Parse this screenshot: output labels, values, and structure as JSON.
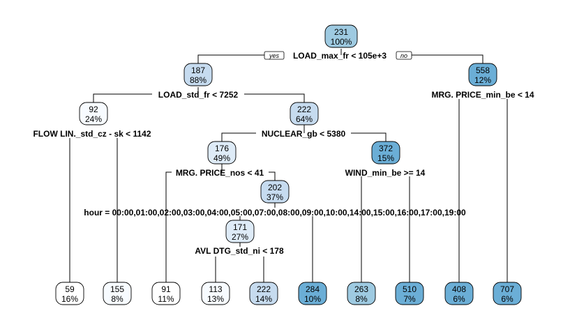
{
  "tree": {
    "root_labels": {
      "yes": "yes",
      "no": "no"
    },
    "splits": [
      {
        "id": "s0",
        "text": "LOAD_max_fr < 105e+3"
      },
      {
        "id": "s1",
        "text": "LOAD_std_fr < 7252"
      },
      {
        "id": "s2",
        "text": "MRG. PRICE_min_be < 14"
      },
      {
        "id": "s3",
        "text": "FLOW LIN._std_cz - sk < 1142"
      },
      {
        "id": "s4",
        "text": "NUCLEAR_gb < 5380"
      },
      {
        "id": "s5",
        "text": "MRG. PRICE_nos < 41"
      },
      {
        "id": "s6",
        "text": "WIND_min_be >= 14"
      },
      {
        "id": "s7",
        "text": "hour = 00:00,01:00,02:00,03:00,04:00,05:00,07:00,08:00,09:00,10:00,14:00,15:00,16:00,17:00,19:00"
      },
      {
        "id": "s8",
        "text": "AVL DTG_std_ni < 178"
      }
    ],
    "nodes": [
      {
        "id": "n_root",
        "value": "231",
        "pct": "100%",
        "color": "#9ecae1"
      },
      {
        "id": "n_l",
        "value": "187",
        "pct": "88%",
        "color": "#c6dbef"
      },
      {
        "id": "n_r",
        "value": "558",
        "pct": "12%",
        "color": "#6baed6"
      },
      {
        "id": "n_ll",
        "value": "92",
        "pct": "24%",
        "color": "#f7fbff"
      },
      {
        "id": "n_lr",
        "value": "222",
        "pct": "64%",
        "color": "#c6dbef"
      },
      {
        "id": "n_lrl",
        "value": "176",
        "pct": "49%",
        "color": "#deebf7"
      },
      {
        "id": "n_lrr",
        "value": "372",
        "pct": "15%",
        "color": "#6baed6"
      },
      {
        "id": "n_lrlr",
        "value": "202",
        "pct": "37%",
        "color": "#c6dbef"
      },
      {
        "id": "n_lrlrr",
        "value": "171",
        "pct": "27%",
        "color": "#deebf7"
      }
    ],
    "leaves": [
      {
        "id": "leaf1",
        "value": "59",
        "pct": "16%",
        "color": "#ffffff"
      },
      {
        "id": "leaf2",
        "value": "155",
        "pct": "8%",
        "color": "#f7fbff"
      },
      {
        "id": "leaf3",
        "value": "91",
        "pct": "11%",
        "color": "#ffffff"
      },
      {
        "id": "leaf4",
        "value": "113",
        "pct": "13%",
        "color": "#f7fbff"
      },
      {
        "id": "leaf5",
        "value": "222",
        "pct": "14%",
        "color": "#c6dbef"
      },
      {
        "id": "leaf6",
        "value": "284",
        "pct": "10%",
        "color": "#6baed6"
      },
      {
        "id": "leaf7",
        "value": "263",
        "pct": "8%",
        "color": "#9ecae1"
      },
      {
        "id": "leaf8",
        "value": "510",
        "pct": "7%",
        "color": "#6baed6"
      },
      {
        "id": "leaf9",
        "value": "408",
        "pct": "6%",
        "color": "#6baed6"
      },
      {
        "id": "leaf10",
        "value": "707",
        "pct": "6%",
        "color": "#6baed6"
      }
    ]
  }
}
